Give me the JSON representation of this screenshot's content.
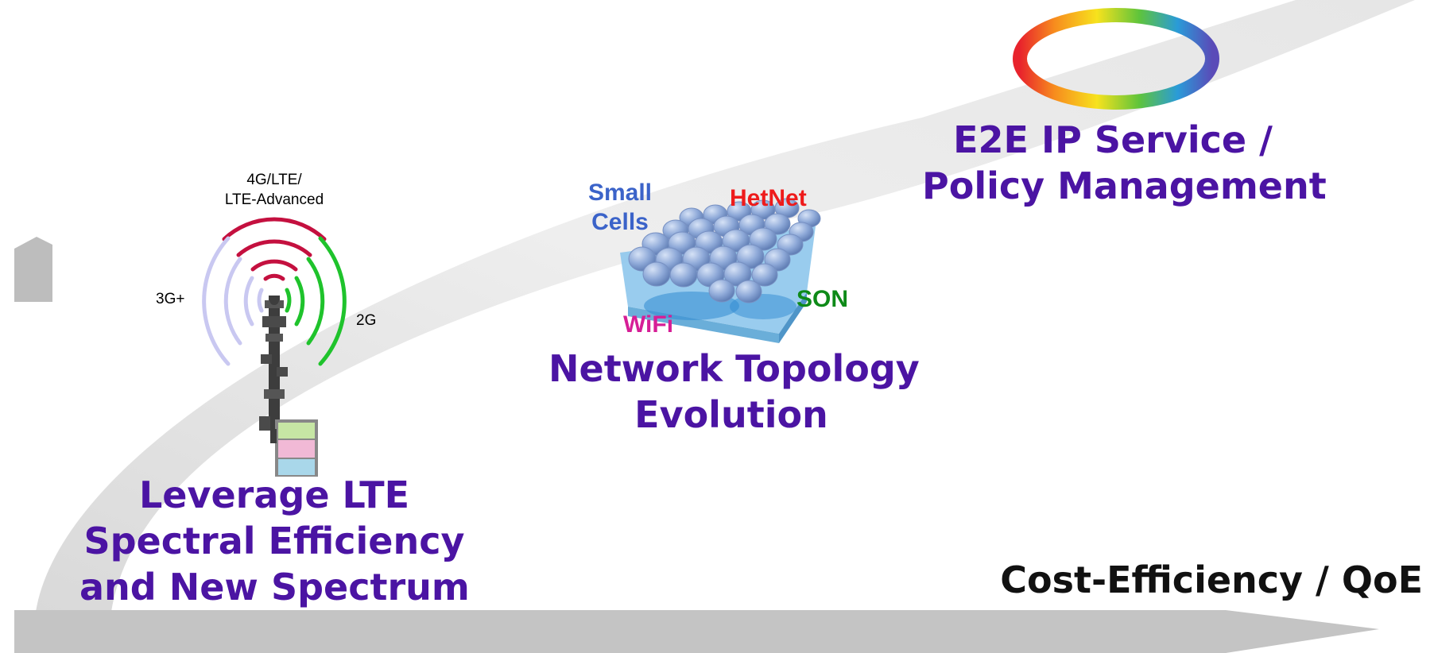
{
  "colors": {
    "caption": "#4b14a3",
    "axis_label": "#111111",
    "background_swoosh": "#ececec",
    "axis_bar": "#c4c4c4",
    "lte_arcs": "#c4103f",
    "g3_arcs": "#c9c8f1",
    "g2_arcs": "#1fc32c",
    "small_cells": "#3b63c9",
    "hetnet": "#ee1b1b",
    "son": "#0e8a18",
    "wifi": "#d61e96"
  },
  "icons": {
    "tower": "cell-tower-icon",
    "cells": "small-cells-cluster-icon",
    "ring": "rainbow-ring-icon"
  },
  "lte_stage": {
    "band_label": [
      "4G/LTE/",
      "LTE-Advanced"
    ],
    "g3_label": "3G+",
    "g2_label": "2G",
    "caption": [
      "Leverage LTE",
      "Spectral Efficiency",
      "and New Spectrum"
    ]
  },
  "topology_stage": {
    "small_cells": [
      "Small",
      "Cells"
    ],
    "hetnet": "HetNet",
    "son": "SON",
    "wifi": "WiFi",
    "caption": [
      "Network Topology",
      "Evolution"
    ]
  },
  "e2e_stage": {
    "caption": [
      "E2E IP Service /",
      "Policy Management"
    ]
  },
  "axis": {
    "label": "Cost-Efficiency / QoE"
  }
}
